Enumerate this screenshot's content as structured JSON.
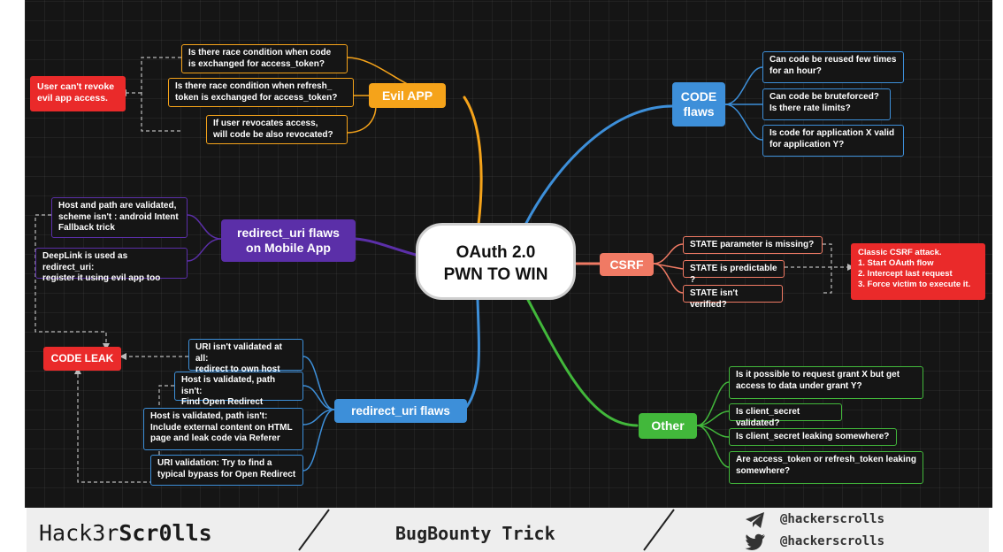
{
  "title": "OAuth 2.0\nPWN TO WIN",
  "branches": {
    "evil_app": {
      "label": "Evil APP",
      "items": [
        "Is there race condition when code\nis exchanged for access_token?",
        "Is there race condition when refresh_\ntoken is exchanged for access_token?",
        "If user revocates access,\nwill code be also revocated?"
      ],
      "note": "User can't revoke\nevil app access."
    },
    "code_flaws": {
      "label": "CODE\nflaws",
      "items": [
        "Can code be reused few times\nfor an hour?",
        "Can code be bruteforced?\nIs there rate limits?",
        "Is code for application X valid\nfor application Y?"
      ]
    },
    "mobile": {
      "label": "redirect_uri flaws\non Mobile App",
      "items": [
        "Host and path are validated,\nscheme isn't : android Intent\nFallback trick",
        "DeepLink is used as redirect_uri:\nregister it using evil app too"
      ]
    },
    "csrf": {
      "label": "CSRF",
      "items": [
        "STATE parameter is missing?",
        "STATE is predictable ?",
        "STATE isn't verified?"
      ],
      "note": "Classic CSRF attack.\n1. Start OAuth flow\n2. Intercept last request\n3. Force victim to execute it."
    },
    "redirect": {
      "label": "redirect_uri flaws",
      "items": [
        "URI isn't validated at all:\nredirect to own host",
        "Host is validated, path isn't:\nFind Open Redirect",
        "Host is validated, path isn't:\nInclude external content on HTML\npage and leak code via Referer",
        "URI validation: Try to find a\ntypical bypass for Open Redirect"
      ],
      "note": "CODE LEAK"
    },
    "other": {
      "label": "Other",
      "items": [
        "Is it possible to request grant X but get\naccess to data under grant Y?",
        "Is client_secret validated?",
        "Is client_secret leaking somewhere?",
        "Are access_token or refresh_token leaking\nsomewhere?"
      ]
    }
  },
  "footer": {
    "brand_a": "Hack3r",
    "brand_b": "Scr0lls",
    "tagline": "BugBounty Trick",
    "telegram": "@hackerscrolls",
    "twitter": "@hackerscrolls"
  },
  "colors": {
    "evil_app": "#f5a31a",
    "code_flaws": "#3d8fd9",
    "mobile": "#5b2fa8",
    "csrf": "#f07a64",
    "redirect": "#3d8fd9",
    "other": "#42b83b",
    "alert": "#ea2a2a"
  },
  "icons": [
    "telegram-icon",
    "twitter-icon"
  ]
}
